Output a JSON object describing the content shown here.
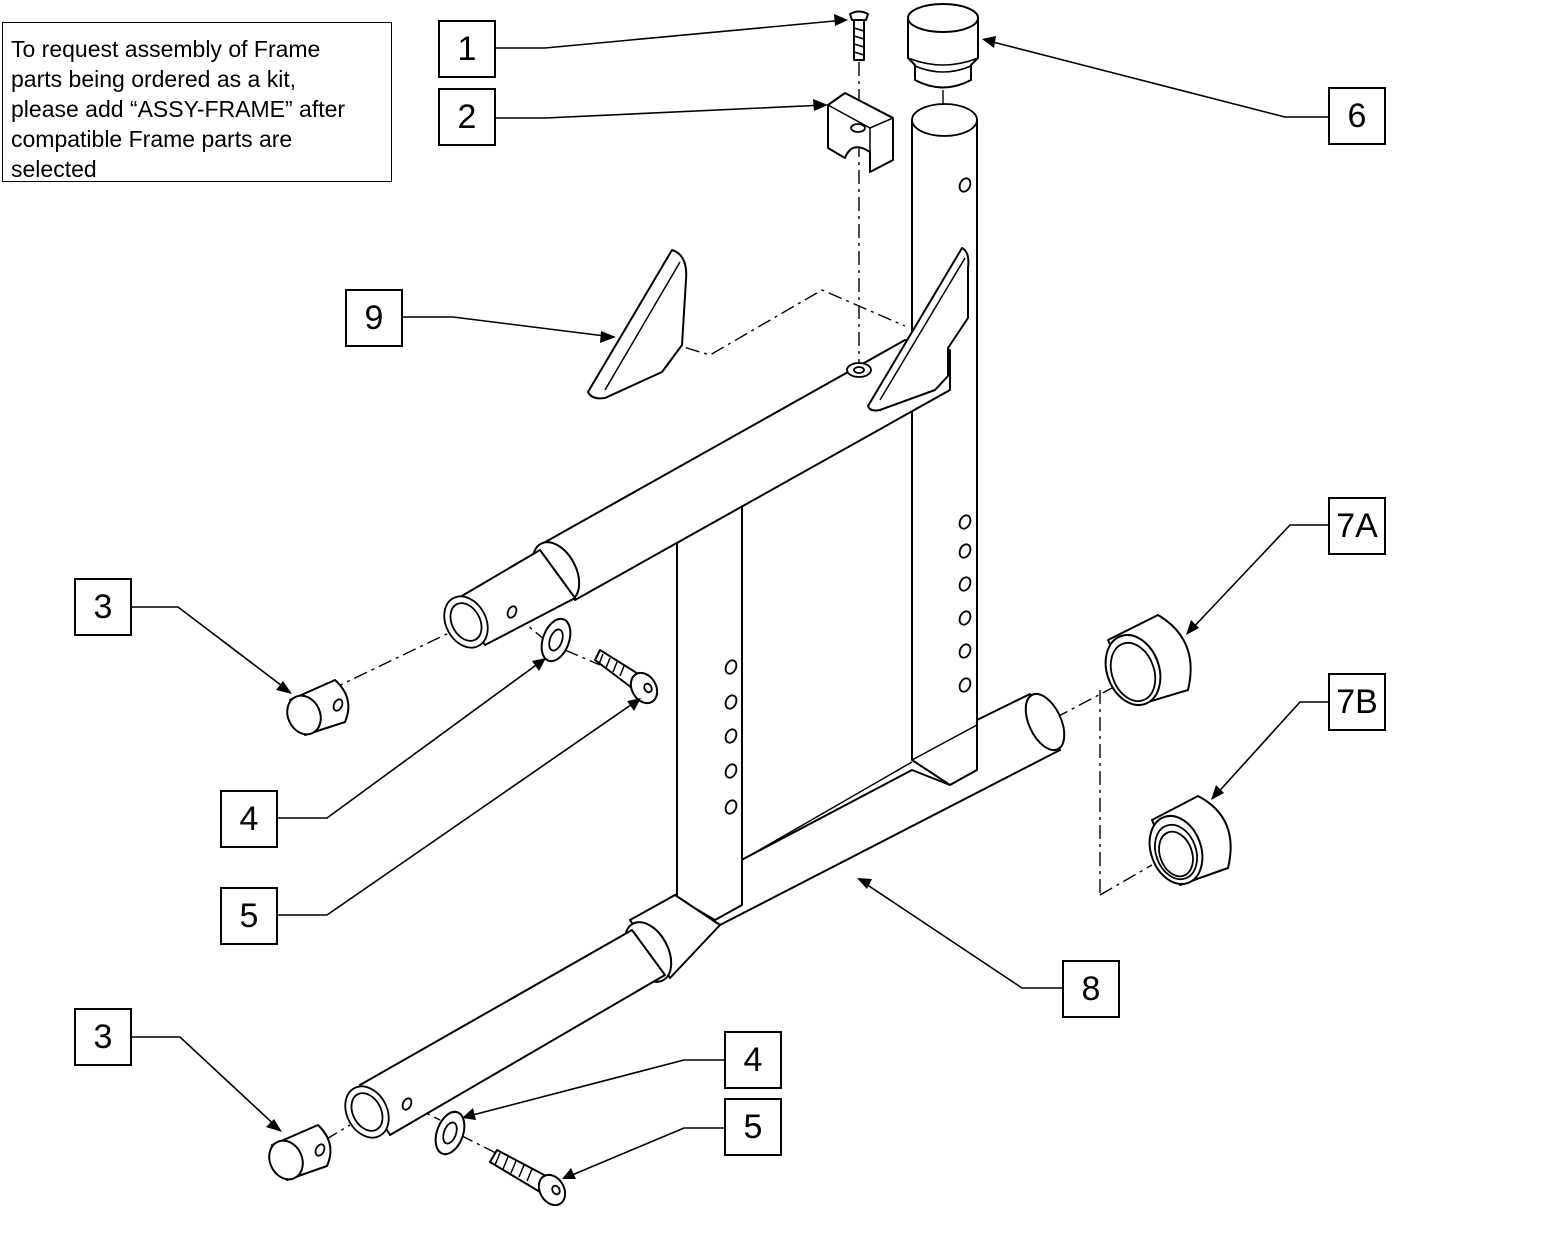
{
  "note": {
    "lines": [
      "To request assembly of Frame",
      "parts being ordered as a kit,",
      "please add “ASSY-FRAME” after",
      "compatible Frame parts are",
      "selected"
    ]
  },
  "callouts": {
    "c1": "1",
    "c2": "2",
    "c3a": "3",
    "c3b": "3",
    "c4a": "4",
    "c4b": "4",
    "c5a": "5",
    "c5b": "5",
    "c6": "6",
    "c7a": "7A",
    "c7b": "7B",
    "c8": "8",
    "c9": "9"
  }
}
